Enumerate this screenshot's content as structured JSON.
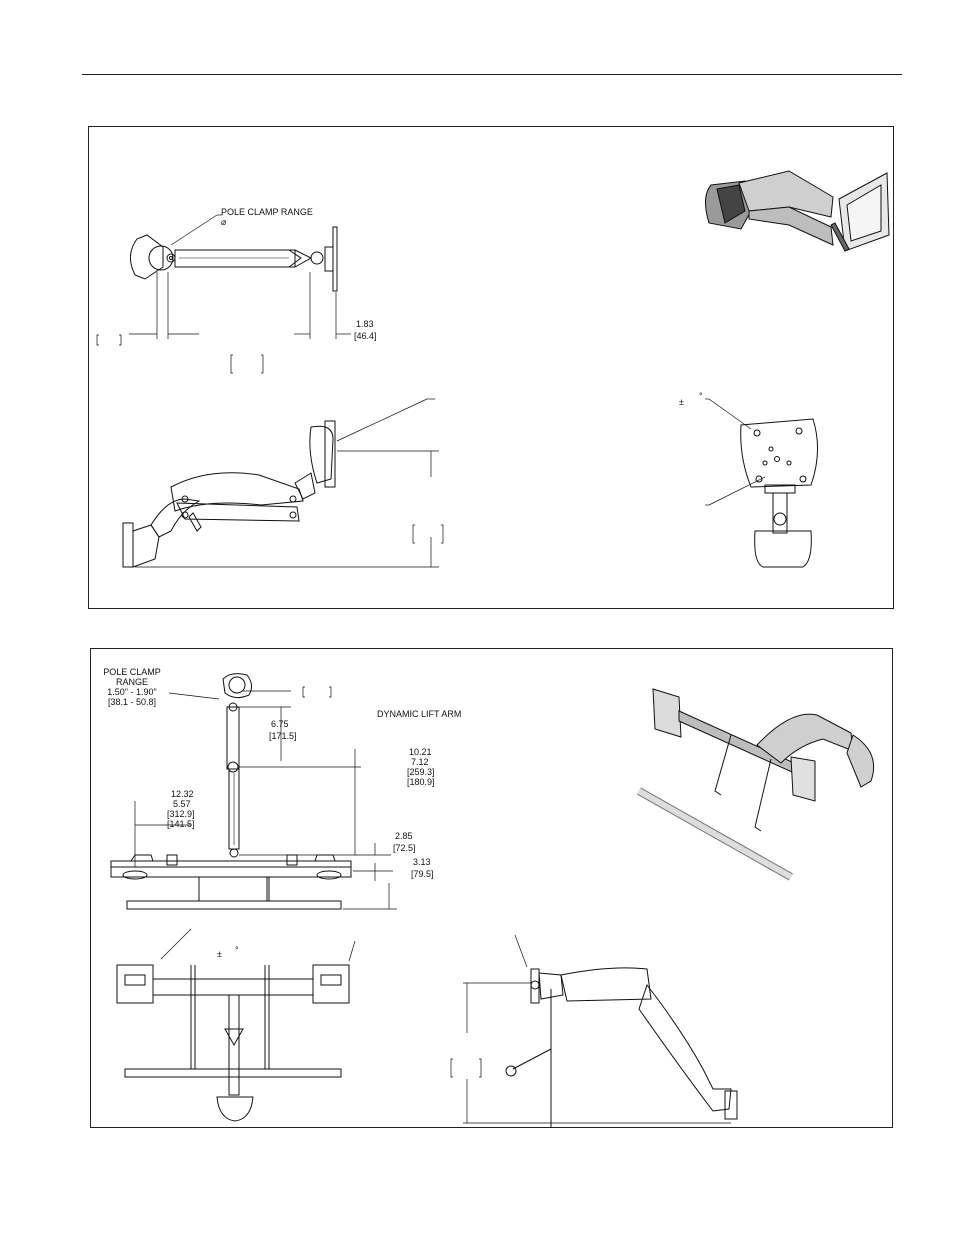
{
  "panel1": {
    "pole_clamp_label": "POLE CLAMP RANGE",
    "diameter_symbol": "⌀",
    "dim_1_83": "1.83",
    "dim_46_4": "[46.4]",
    "plusminus": "±",
    "degree": "°"
  },
  "panel2": {
    "pole_clamp_line1": "POLE CLAMP",
    "pole_clamp_line2": "RANGE",
    "pole_clamp_inch": "1.50\" - 1.90\"",
    "pole_clamp_mm": "[38.1 - 50.8]",
    "dynamic_lift_arm": "DYNAMIC LIFT ARM",
    "dim_6_75": "6.75",
    "dim_171_5": "[171.5]",
    "dim_10_21": "10.21",
    "dim_7_12": "7.12",
    "dim_259_3": "[259.3]",
    "dim_180_9": "[180.9]",
    "dim_12_32": "12.32",
    "dim_5_57": "5.57",
    "dim_312_9": "[312.9]",
    "dim_141_5": "[141.5]",
    "dim_2_85": "2.85",
    "dim_72_5": "[72.5]",
    "dim_3_13": "3.13",
    "dim_79_5": "[79.5]",
    "plusminus": "±",
    "degree": "°"
  }
}
